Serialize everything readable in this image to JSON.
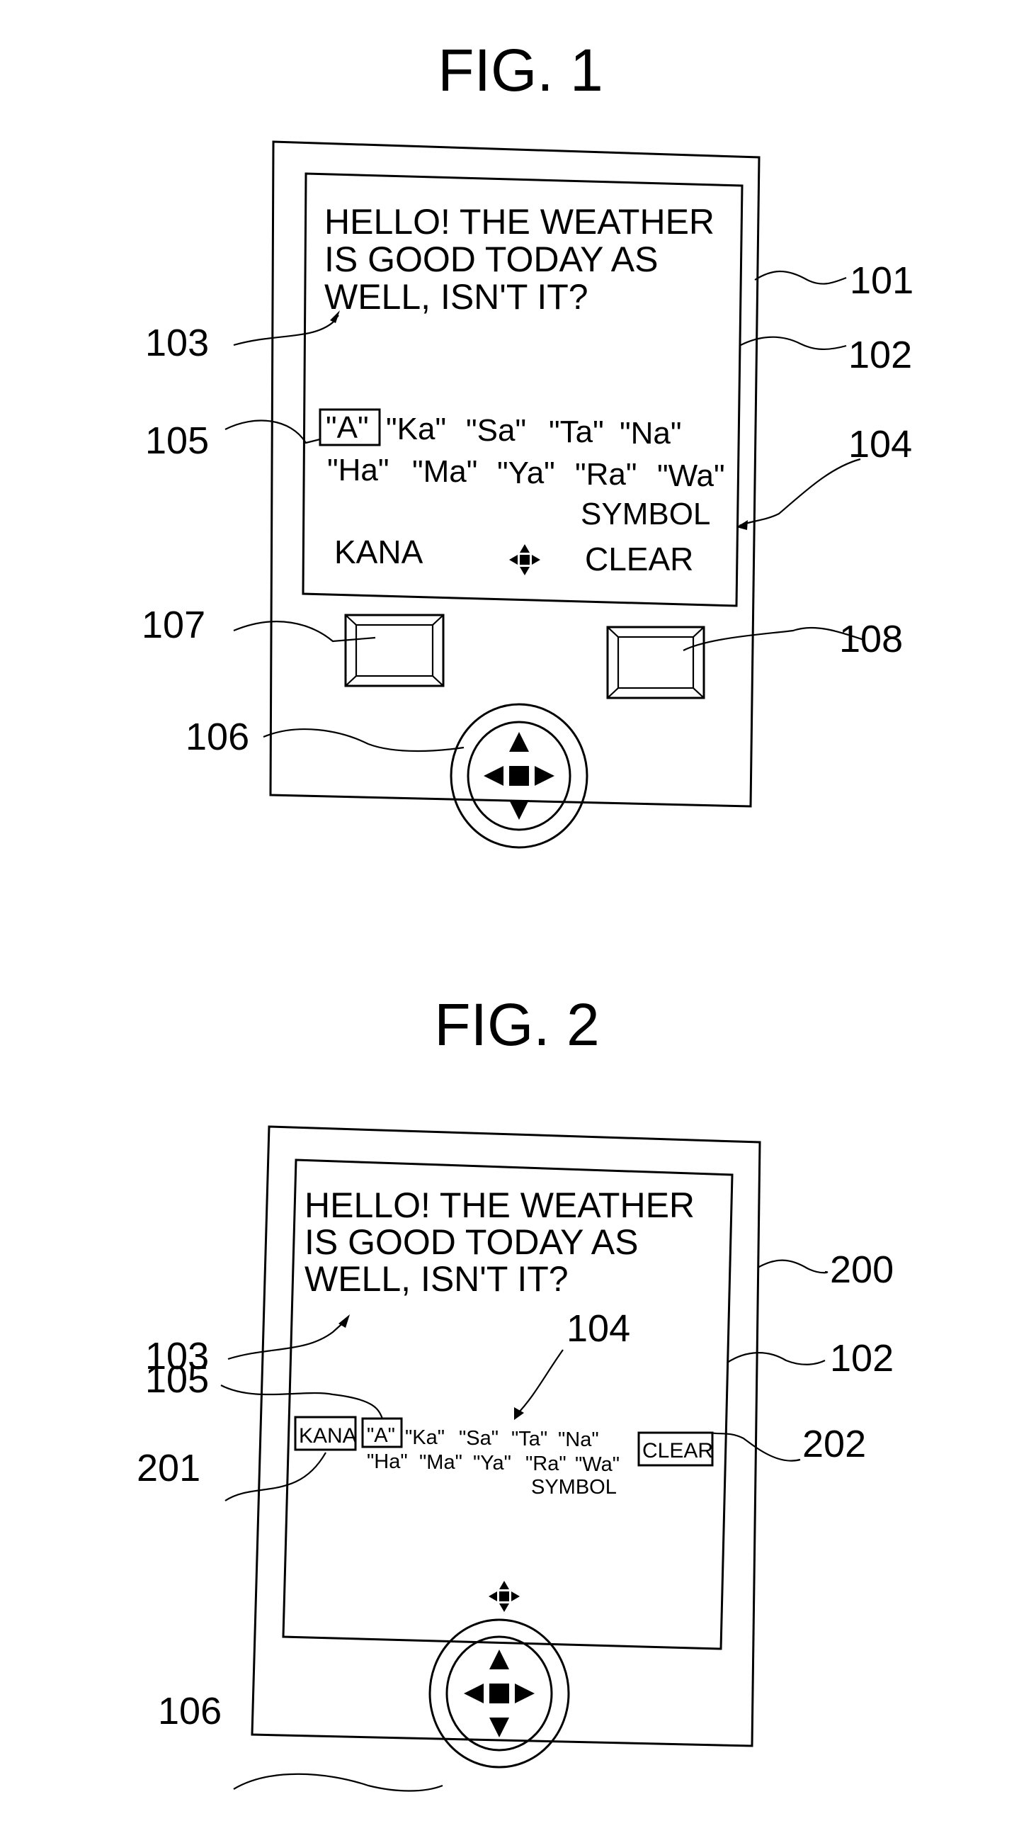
{
  "figures": [
    {
      "title": "FIG. 1",
      "message_lines": [
        "HELLO! THE WEATHER",
        "IS GOOD TODAY AS",
        "WELL, ISN'T IT?"
      ],
      "kana_row1": [
        "\"A\"",
        "\"Ka\"",
        "\"Sa\"",
        "\"Ta\"",
        "\"Na\""
      ],
      "kana_row2": [
        "\"Ha\"",
        "\"Ma\"",
        "\"Ya\"",
        "\"Ra\"",
        "\"Wa\""
      ],
      "symbol_label": "SYMBOL",
      "kana_label": "KANA",
      "clear_label": "CLEAR",
      "refs": {
        "device": "101",
        "screen": "102",
        "message_area": "103",
        "char_list": "104",
        "cursor": "105",
        "dpad": "106",
        "left_key": "107",
        "right_key": "108"
      }
    },
    {
      "title": "FIG. 2",
      "message_lines": [
        "HELLO! THE WEATHER",
        "IS GOOD TODAY AS",
        "WELL, ISN'T IT?"
      ],
      "kana_row1": [
        "\"A\"",
        "\"Ka\"",
        "\"Sa\"",
        "\"Ta\"",
        "\"Na\""
      ],
      "kana_row2": [
        "\"Ha\"",
        "\"Ma\"",
        "\"Ya\"",
        "\"Ra\"",
        "\"Wa\""
      ],
      "symbol_label": "SYMBOL",
      "kana_label": "KANA",
      "clear_label": "CLEAR",
      "refs": {
        "device": "200",
        "screen": "102",
        "message_area": "103",
        "char_list": "104",
        "cursor": "105",
        "dpad": "106",
        "kana_button": "201",
        "clear_button": "202"
      }
    }
  ]
}
